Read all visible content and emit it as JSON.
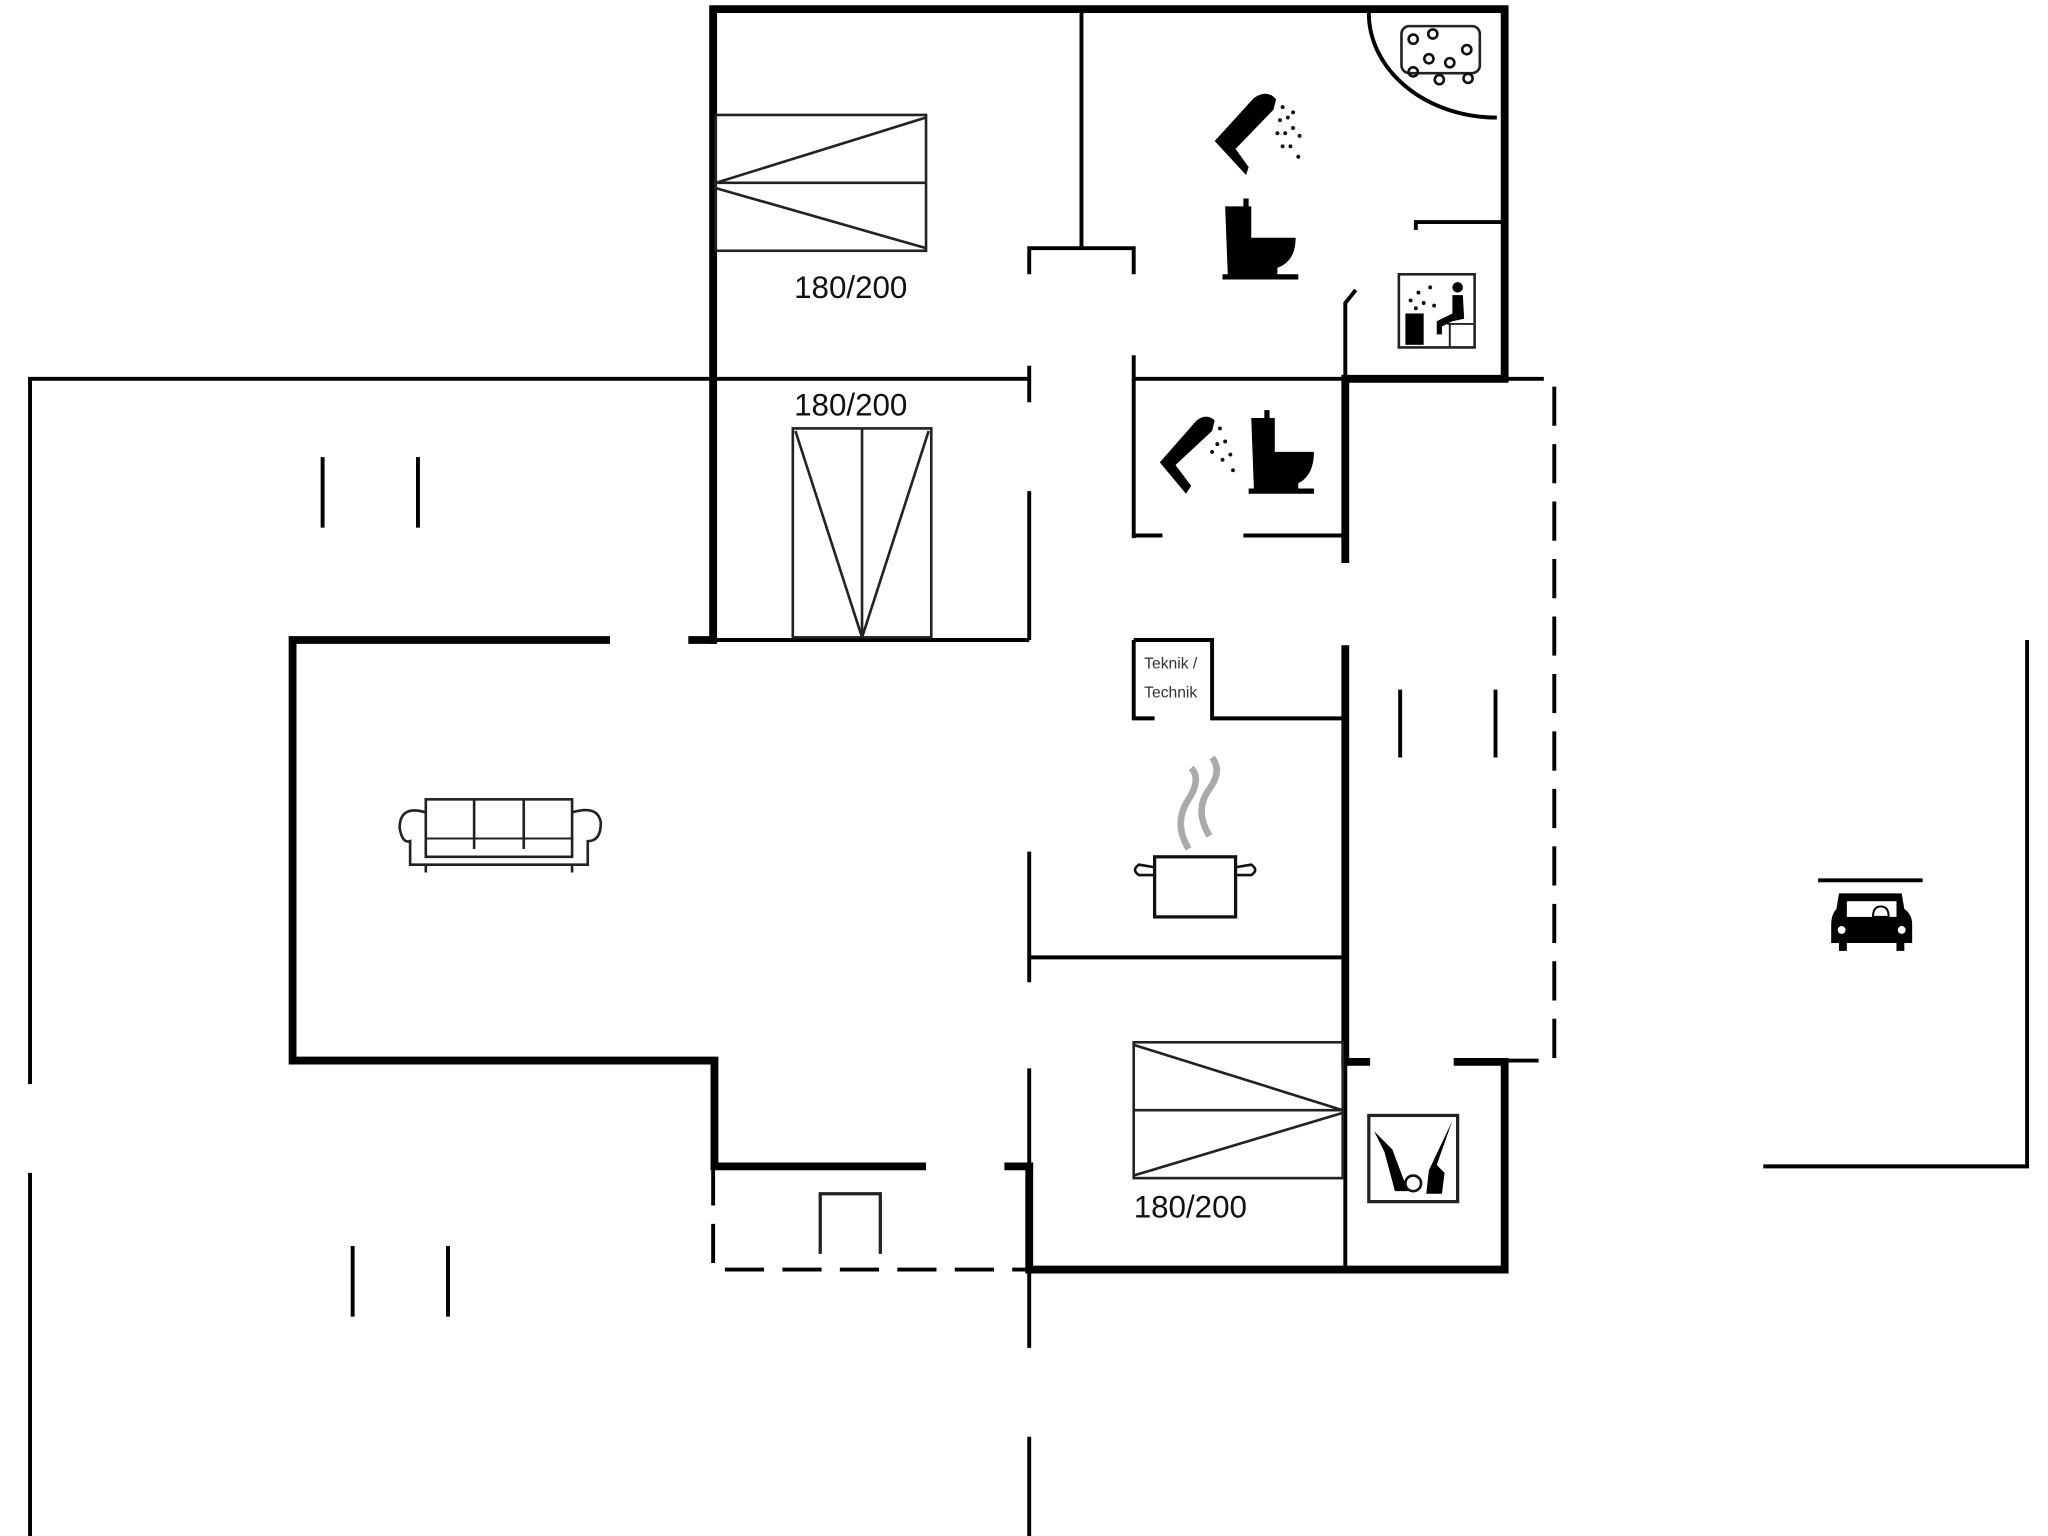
{
  "plan": {
    "type": "floor-plan",
    "colors": {
      "wall": "#000000",
      "background": "#ffffff",
      "steam": "#aaaaaa"
    },
    "rooms": [
      {
        "id": "bedroom-1",
        "bed_label": "180/200"
      },
      {
        "id": "bedroom-2",
        "bed_label": "180/200"
      },
      {
        "id": "bedroom-3",
        "bed_label": "180/200"
      },
      {
        "id": "technical-room",
        "label_line1": "Teknik /",
        "label_line2": "Technik"
      },
      {
        "id": "bathroom-large",
        "icons": [
          "whirlpool-icon",
          "shower-icon",
          "toilet-icon",
          "sauna-icon"
        ]
      },
      {
        "id": "bathroom-small",
        "icons": [
          "shower-icon",
          "toilet-icon"
        ]
      },
      {
        "id": "kitchen",
        "icons": [
          "cooking-pot-icon"
        ]
      },
      {
        "id": "living-room",
        "icons": [
          "sofa-icon"
        ]
      },
      {
        "id": "utility-room",
        "icons": [
          "vacuum-icon"
        ]
      },
      {
        "id": "carport",
        "icons": [
          "carport-icon"
        ]
      }
    ]
  },
  "labels": {
    "bed1": "180/200",
    "bed2": "180/200",
    "bed3": "180/200",
    "technik1": "Teknik /",
    "technik2": "Technik"
  }
}
